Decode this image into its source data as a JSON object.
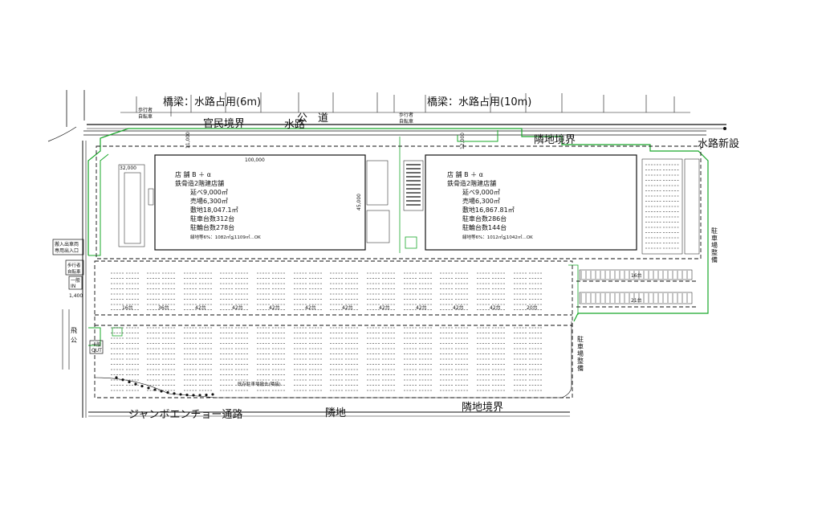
{
  "top": {
    "bridge_left": "橋梁：水路占用(6m)",
    "bridge_right": "橋梁：水路占用(10m)",
    "public_road": "公　道",
    "kanmin": "官民境界",
    "suiro": "水路",
    "rinchi_kyokai_top": "隣地境界",
    "suiro_shinsetsu": "水路新設",
    "ped_left": [
      "歩行者",
      "自転車"
    ],
    "ped_right": [
      "歩行者",
      "自転車"
    ],
    "dim_11000": "11,000",
    "dim_12000": "12,000",
    "dim_100000": "100,000",
    "dim_45000": "45,000",
    "dim_32000": "32,000",
    "dim_1400": "1,400"
  },
  "store_left": {
    "lines": [
      "店 舗 B ＋ α",
      "鉄骨造2階建店舗",
      "延べ9,000㎡",
      "売場6,300㎡",
      "敷地18,047.1㎡",
      "駐車台数312台",
      "駐輪台数278台"
    ],
    "green_note": "緑地等6%：1082㎡≦1109㎡…OK"
  },
  "store_right": {
    "lines": [
      "店 舗 B ＋ α",
      "鉄骨造2階建店舗",
      "延べ9,000㎡",
      "売場6,300㎡",
      "敷地16,867.81㎡",
      "駐車台数286台",
      "駐輪台数144台"
    ],
    "green_note": "緑地等6%：1012㎡≦1042㎡…OK"
  },
  "left_side": {
    "entrance": [
      "搬入出車両",
      "専用出入口"
    ],
    "ped": [
      "歩行者",
      "自転車"
    ],
    "ichiban_in": [
      "一般",
      "IN"
    ],
    "ichiban_out": [
      "一般",
      "OUT"
    ],
    "kuzen": [
      "飛",
      "公"
    ]
  },
  "right_side": {
    "keibi_top": [
      "駐",
      "車",
      "場",
      "整",
      "備"
    ],
    "keibi_bottom": [
      "駐",
      "車",
      "場",
      "整",
      "備"
    ],
    "count_16": "16台",
    "count_21": "21台"
  },
  "lot_counts": [
    "16台",
    "36台",
    "42台",
    "42台",
    "42台",
    "42台",
    "42台",
    "42台",
    "42台",
    "42台",
    "42台",
    "20台"
  ],
  "bottom": {
    "road": "ジャンボエンチョー通路",
    "rinchi": "隣地",
    "rinchi_kyokai": "隣地境界",
    "wall_note": "既存駐車場撤去(隣接)"
  }
}
